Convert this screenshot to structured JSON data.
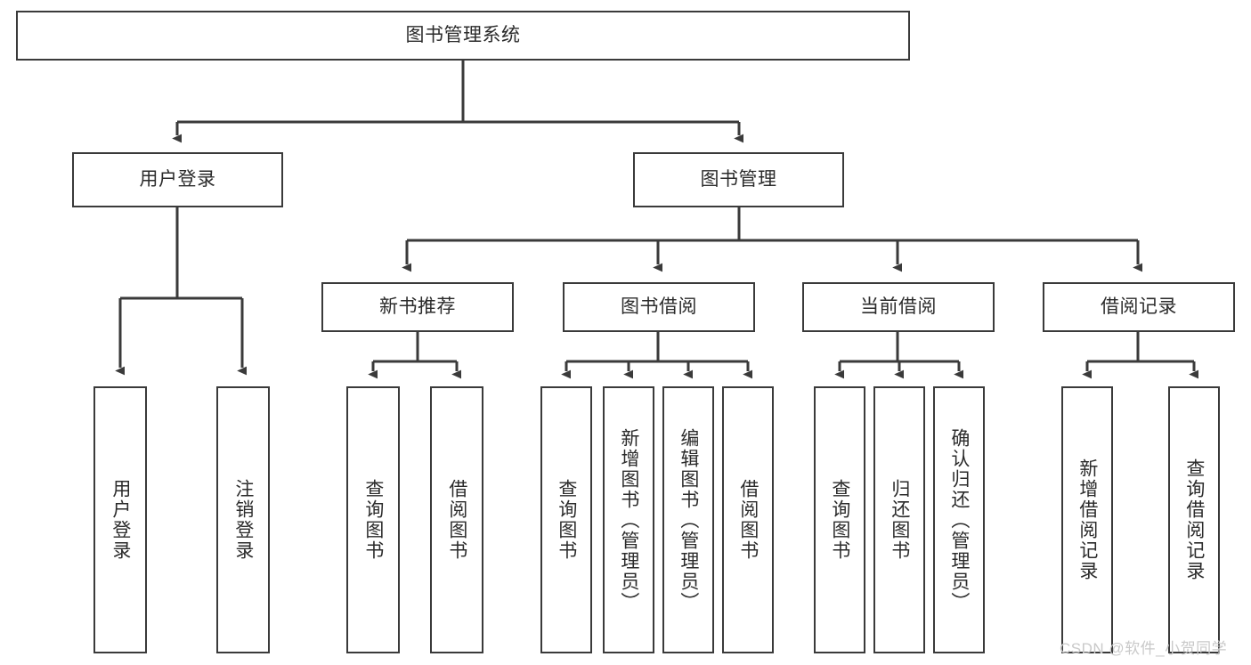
{
  "diagram": {
    "title": "图书管理系统",
    "type": "hierarchy-tree",
    "root": {
      "label": "图书管理系统"
    },
    "level2": [
      {
        "label": "用户登录"
      },
      {
        "label": "图书管理"
      }
    ],
    "level3": [
      {
        "label": "新书推荐"
      },
      {
        "label": "图书借阅"
      },
      {
        "label": "当前借阅"
      },
      {
        "label": "借阅记录"
      }
    ],
    "leaves": {
      "user_login": [
        "用户登录",
        "注销登录"
      ],
      "new_book_recommend": [
        "查询图书",
        "借阅图书"
      ],
      "book_borrow": [
        "查询图书",
        "新增图书（管理员）",
        "编辑图书（管理员）",
        "借阅图书"
      ],
      "current_borrow": [
        "查询图书",
        "归还图书",
        "确认归还（管理员）"
      ],
      "borrow_record": [
        "新增借阅记录",
        "查询借阅记录"
      ]
    }
  },
  "watermark": {
    "text": "CSDN @软件_小贺同学"
  },
  "colors": {
    "stroke": "#3a3a3a",
    "text": "#2b2b2b",
    "background": "#ffffff",
    "watermark": "#c9c9c9"
  }
}
